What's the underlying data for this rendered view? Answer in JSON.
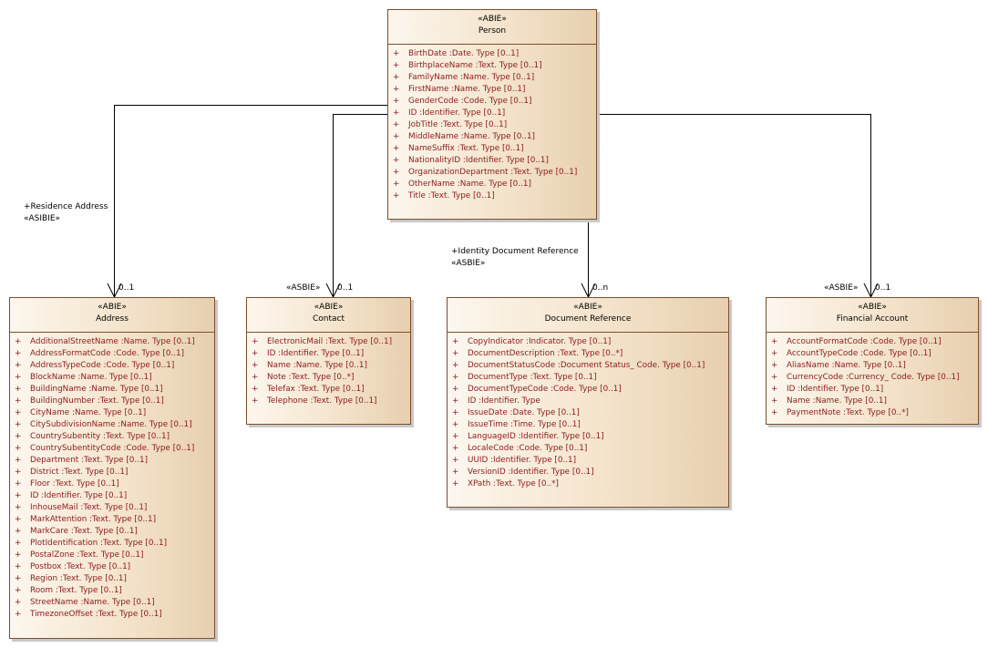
{
  "classes": {
    "person": {
      "stereotype": "«ABIE»",
      "name": "Person",
      "attributes": [
        {
          "vis": "+",
          "text": "BirthDate  :Date. Type [0..1]"
        },
        {
          "vis": "+",
          "text": "BirthplaceName  :Text. Type [0..1]"
        },
        {
          "vis": "+",
          "text": "FamilyName  :Name. Type [0..1]"
        },
        {
          "vis": "+",
          "text": "FirstName  :Name. Type [0..1]"
        },
        {
          "vis": "+",
          "text": "GenderCode  :Code. Type [0..1]"
        },
        {
          "vis": "+",
          "text": "ID  :Identifier. Type [0..1]"
        },
        {
          "vis": "+",
          "text": "JobTitle  :Text. Type [0..1]"
        },
        {
          "vis": "+",
          "text": "MiddleName  :Name. Type [0..1]"
        },
        {
          "vis": "+",
          "text": "NameSuffix  :Text. Type [0..1]"
        },
        {
          "vis": "+",
          "text": "NationalityID  :Identifier. Type [0..1]"
        },
        {
          "vis": "+",
          "text": "OrganizationDepartment  :Text. Type [0..1]"
        },
        {
          "vis": "+",
          "text": "OtherName  :Name. Type [0..1]"
        },
        {
          "vis": "+",
          "text": "Title  :Text. Type [0..1]"
        }
      ]
    },
    "address": {
      "stereotype": "«ABIE»",
      "name": "Address",
      "attributes": [
        {
          "vis": "+",
          "text": "AdditionalStreetName  :Name. Type [0..1]"
        },
        {
          "vis": "+",
          "text": "AddressFormatCode  :Code. Type [0..1]"
        },
        {
          "vis": "+",
          "text": "AddressTypeCode  :Code. Type [0..1]"
        },
        {
          "vis": "+",
          "text": "BlockName  :Name. Type [0..1]"
        },
        {
          "vis": "+",
          "text": "BuildingName  :Name. Type [0..1]"
        },
        {
          "vis": "+",
          "text": "BuildingNumber  :Text. Type [0..1]"
        },
        {
          "vis": "+",
          "text": "CityName  :Name. Type [0..1]"
        },
        {
          "vis": "+",
          "text": "CitySubdivisionName  :Name. Type [0..1]"
        },
        {
          "vis": "+",
          "text": "CountrySubentity  :Text. Type [0..1]"
        },
        {
          "vis": "+",
          "text": "CountrySubentityCode  :Code. Type [0..1]"
        },
        {
          "vis": "+",
          "text": "Department  :Text. Type [0..1]"
        },
        {
          "vis": "+",
          "text": "District  :Text. Type [0..1]"
        },
        {
          "vis": "+",
          "text": "Floor  :Text. Type [0..1]"
        },
        {
          "vis": "+",
          "text": "ID  :Identifier. Type [0..1]"
        },
        {
          "vis": "+",
          "text": "InhouseMail  :Text. Type [0..1]"
        },
        {
          "vis": "+",
          "text": "MarkAttention  :Text. Type [0..1]"
        },
        {
          "vis": "+",
          "text": "MarkCare  :Text. Type [0..1]"
        },
        {
          "vis": "+",
          "text": "PlotIdentification  :Text. Type [0..1]"
        },
        {
          "vis": "+",
          "text": "PostalZone  :Text. Type [0..1]"
        },
        {
          "vis": "+",
          "text": "Postbox  :Text. Type [0..1]"
        },
        {
          "vis": "+",
          "text": "Region  :Text. Type [0..1]"
        },
        {
          "vis": "+",
          "text": "Room  :Text. Type [0..1]"
        },
        {
          "vis": "+",
          "text": "StreetName  :Name. Type [0..1]"
        },
        {
          "vis": "+",
          "text": "TimezoneOffset  :Text. Type [0..1]"
        }
      ]
    },
    "contact": {
      "stereotype": "«ABIE»",
      "name": "Contact",
      "attributes": [
        {
          "vis": "+",
          "text": "ElectronicMail  :Text. Type [0..1]"
        },
        {
          "vis": "+",
          "text": "ID  :Identifier. Type [0..1]"
        },
        {
          "vis": "+",
          "text": "Name  :Name. Type [0..1]"
        },
        {
          "vis": "+",
          "text": "Note  :Text. Type [0..*]"
        },
        {
          "vis": "+",
          "text": "Telefax  :Text. Type [0..1]"
        },
        {
          "vis": "+",
          "text": "Telephone  :Text. Type [0..1]"
        }
      ]
    },
    "document_reference": {
      "stereotype": "«ABIE»",
      "name": "Document Reference",
      "attributes": [
        {
          "vis": "+",
          "text": "CopyIndicator  :Indicator. Type [0..1]"
        },
        {
          "vis": "+",
          "text": "DocumentDescription  :Text. Type [0..*]"
        },
        {
          "vis": "+",
          "text": "DocumentStatusCode  :Document Status_ Code. Type [0..1]"
        },
        {
          "vis": "+",
          "text": "DocumentType  :Text. Type [0..1]"
        },
        {
          "vis": "+",
          "text": "DocumentTypeCode  :Code. Type [0..1]"
        },
        {
          "vis": "+",
          "text": "ID  :Identifier. Type"
        },
        {
          "vis": "+",
          "text": "IssueDate  :Date. Type [0..1]"
        },
        {
          "vis": "+",
          "text": "IssueTime  :Time. Type [0..1]"
        },
        {
          "vis": "+",
          "text": "LanguageID  :Identifier. Type [0..1]"
        },
        {
          "vis": "+",
          "text": "LocaleCode  :Code. Type [0..1]"
        },
        {
          "vis": "+",
          "text": "UUID  :Identifier. Type [0..1]"
        },
        {
          "vis": "+",
          "text": "VersionID  :Identifier. Type [0..1]"
        },
        {
          "vis": "+",
          "text": "XPath  :Text. Type [0..*]"
        }
      ]
    },
    "financial_account": {
      "stereotype": "«ABIE»",
      "name": "Financial Account",
      "attributes": [
        {
          "vis": "+",
          "text": "AccountFormatCode  :Code. Type [0..1]"
        },
        {
          "vis": "+",
          "text": "AccountTypeCode  :Code. Type [0..1]"
        },
        {
          "vis": "+",
          "text": "AliasName  :Name. Type [0..1]"
        },
        {
          "vis": "+",
          "text": "CurrencyCode  :Currency_ Code. Type [0..1]"
        },
        {
          "vis": "+",
          "text": "ID  :Identifier. Type [0..1]"
        },
        {
          "vis": "+",
          "text": "Name  :Name. Type [0..1]"
        },
        {
          "vis": "+",
          "text": "PaymentNote  :Text. Type [0..*]"
        }
      ]
    }
  },
  "associations": {
    "residence_role": "+Residence Address",
    "residence_stereo": "«ASIBIE»",
    "residence_mult": "0..1",
    "contact_stereo": "«ASBIE»",
    "contact_mult": "0..1",
    "identity_role": "+Identity Document Reference",
    "identity_stereo": "«ASBIE»",
    "identity_mult": "0..n",
    "financial_stereo": "«ASBIE»",
    "financial_mult": "0..1"
  },
  "colors": {
    "border": "#7a5030",
    "attribute_text": "#8b1a1a",
    "line": "#000000"
  }
}
